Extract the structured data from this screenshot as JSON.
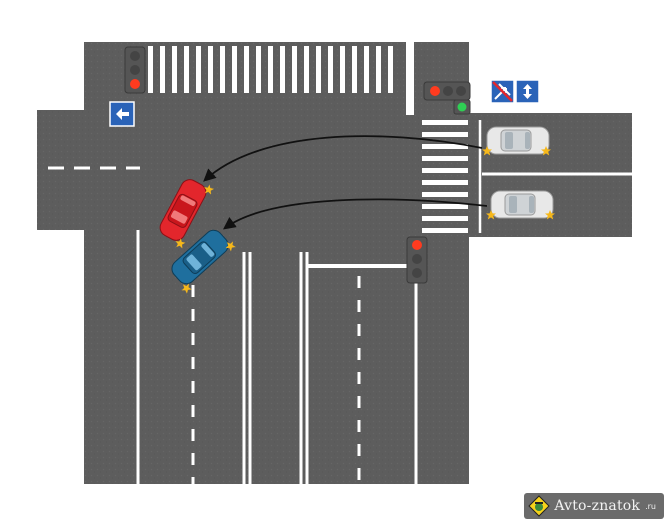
{
  "scene": {
    "title": "",
    "colors": {
      "road": "#5e5e5e",
      "marking": "#ffffff",
      "red_car": "#e3262c",
      "blue_car": "#1f6f9e",
      "white_car": "#e8e8e8",
      "sign_blue": "#2a63b8",
      "light_red": "#ff3b1f",
      "light_green": "#2fcf54",
      "blinker": "#f6b81b"
    },
    "signs": [
      {
        "name": "left-turn-only-sign",
        "icon": "arrow-left-icon"
      },
      {
        "name": "lane-direction-sign-turn",
        "icon": "turn-arrow-icon"
      },
      {
        "name": "lane-direction-sign-two-way",
        "icon": "updown-arrow-icon"
      }
    ],
    "traffic_lights": [
      {
        "name": "traffic-light-top-left",
        "state": "red"
      },
      {
        "name": "traffic-light-right",
        "state": "red",
        "extra_section": "green-arrow"
      },
      {
        "name": "traffic-light-bottom-right",
        "state": "red"
      }
    ],
    "vehicles": [
      {
        "name": "white-car-top",
        "color": "white",
        "turning": "left"
      },
      {
        "name": "white-car-bottom",
        "color": "white",
        "turning": "left"
      },
      {
        "name": "red-car",
        "color": "red"
      },
      {
        "name": "blue-car",
        "color": "blue"
      }
    ]
  },
  "watermark": {
    "text": "Avto-znatok",
    "suffix": ".ru"
  }
}
